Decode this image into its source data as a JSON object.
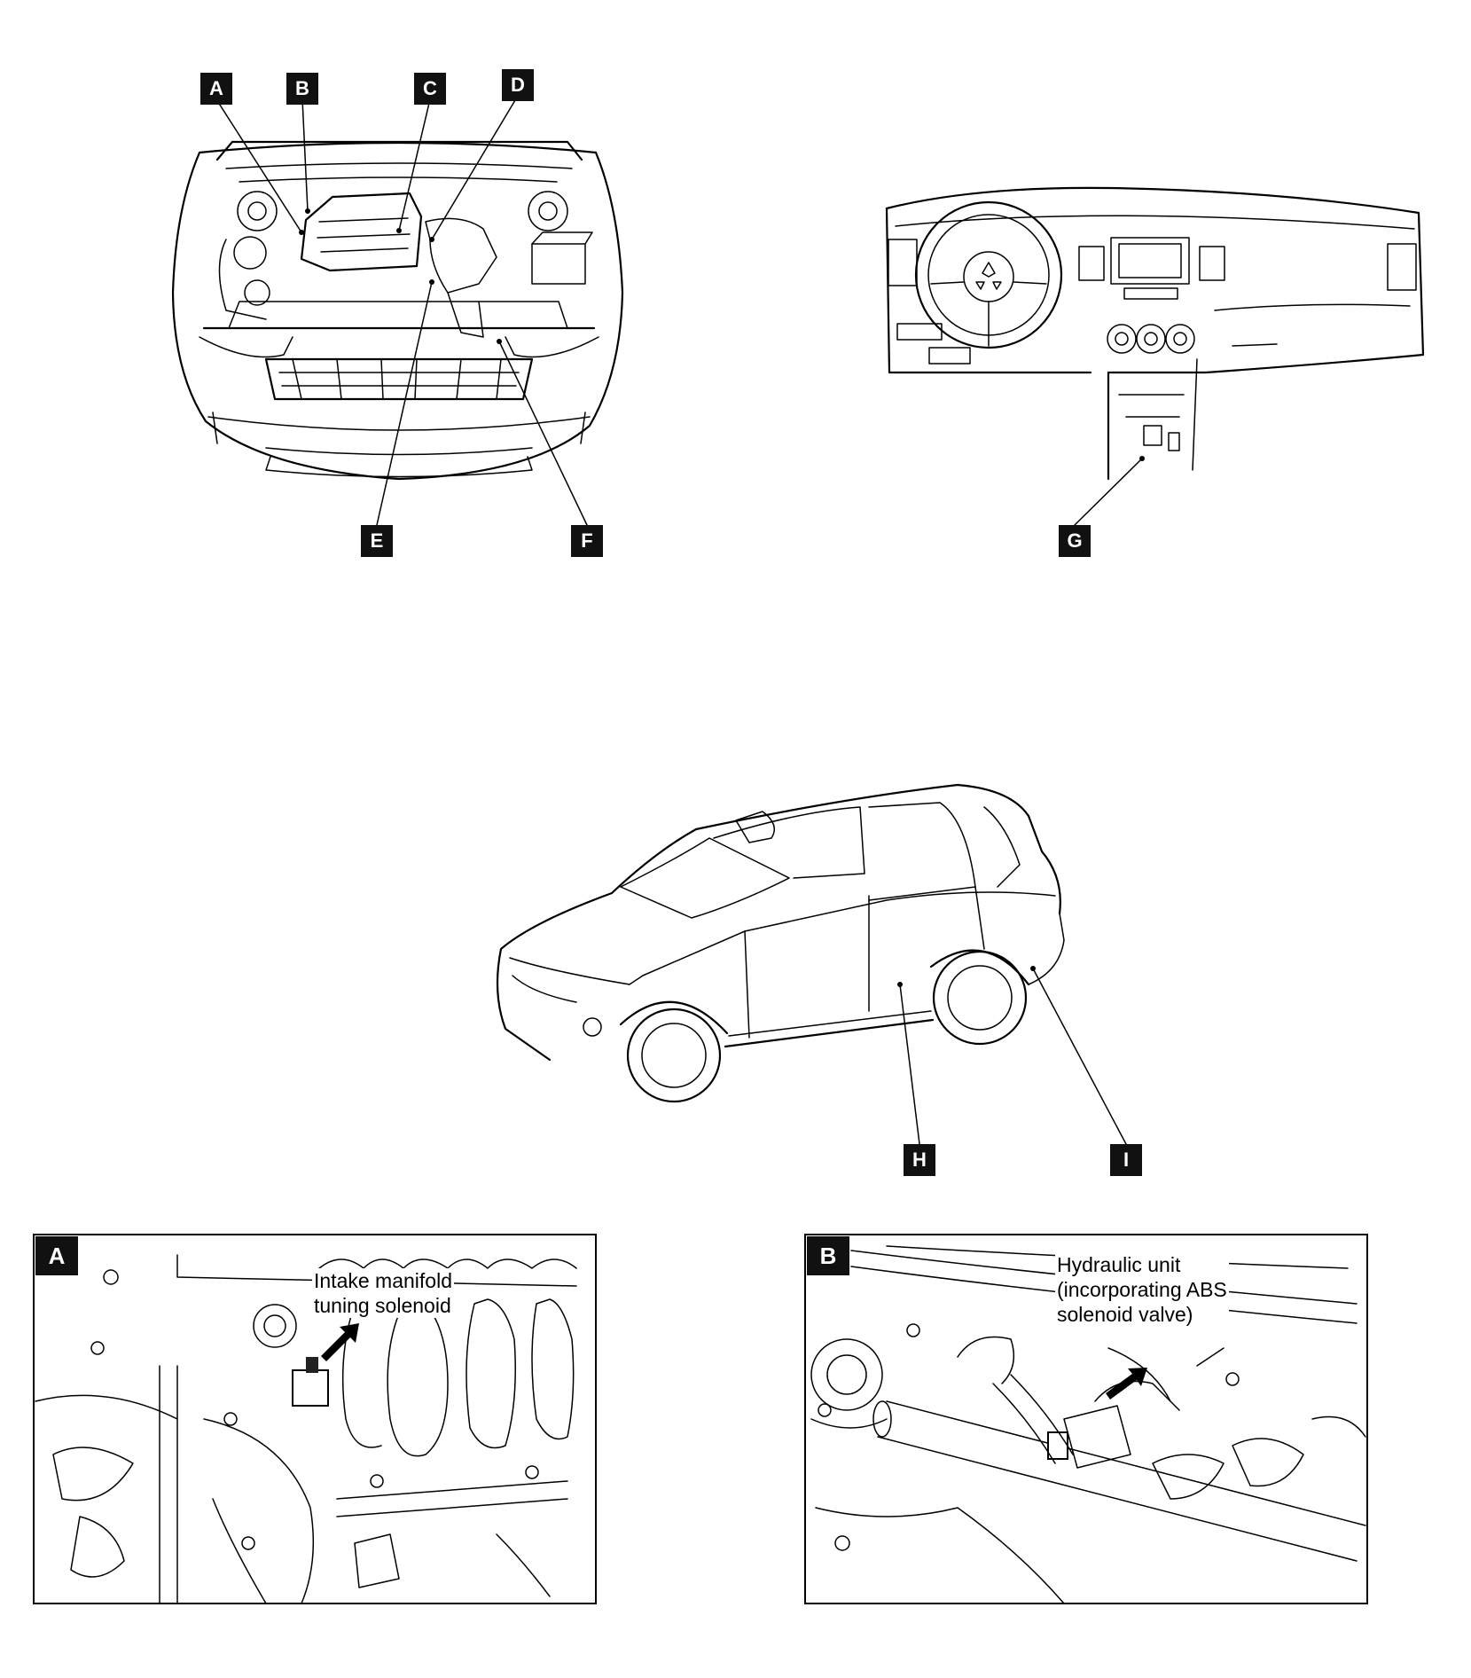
{
  "engine_bay_view": {
    "callouts": [
      "A",
      "B",
      "C",
      "D",
      "E",
      "F"
    ]
  },
  "dashboard_view": {
    "callouts": [
      "G"
    ]
  },
  "vehicle_side_view": {
    "callouts": [
      "H",
      "I"
    ]
  },
  "detail_a": {
    "tag": "A",
    "caption_line1": "Intake manifold",
    "caption_line2": "tuning solenoid"
  },
  "detail_b": {
    "tag": "B",
    "caption_line1": "Hydraulic unit",
    "caption_line2": "(incorporating ABS",
    "caption_line3": "solenoid valve)"
  }
}
